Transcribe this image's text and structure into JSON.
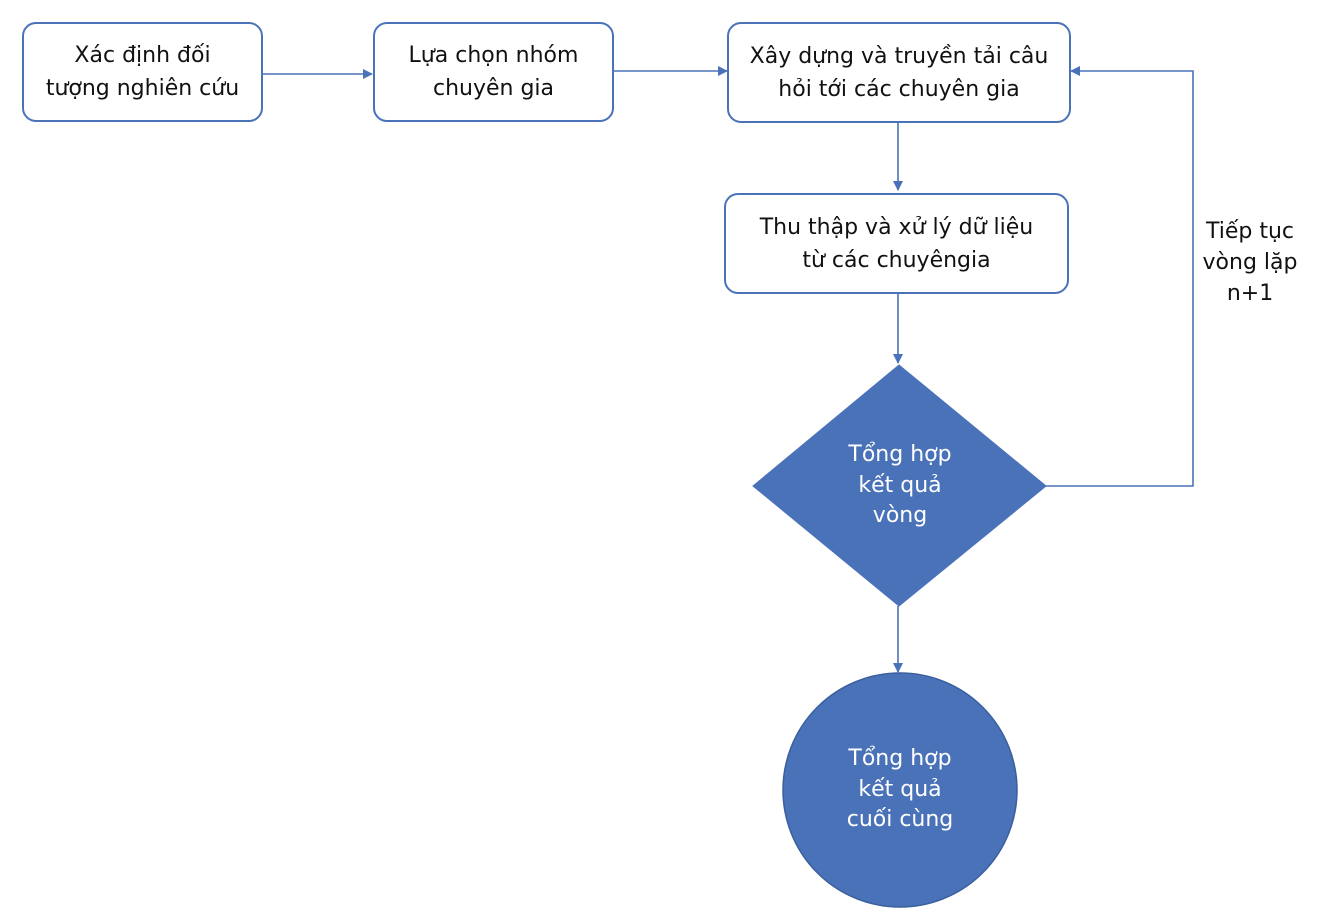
{
  "colors": {
    "stroke": "#4a72b8",
    "fill": "#4a72b8",
    "box_background": "#ffffff",
    "shape_text": "#ffffff",
    "text": "#111111"
  },
  "nodes": {
    "identify_subject": "Xác định đối\ntượng nghiên cứu",
    "select_experts": "Lựa chọn nhóm\nchuyên gia",
    "build_questions": "Xây dựng và truyền tải câu\nhỏi tới các chuyên gia",
    "collect_data": "Thu thập và xử lý dữ liệu\ntừ các chuyêngia",
    "round_summary": "Tổng hợp\nkết quả\nvòng",
    "final_summary": "Tổng hợp\nkết quả\ncuối cùng"
  },
  "edges": {
    "loop_label": "Tiếp tục\nvòng lặp\nn+1"
  }
}
